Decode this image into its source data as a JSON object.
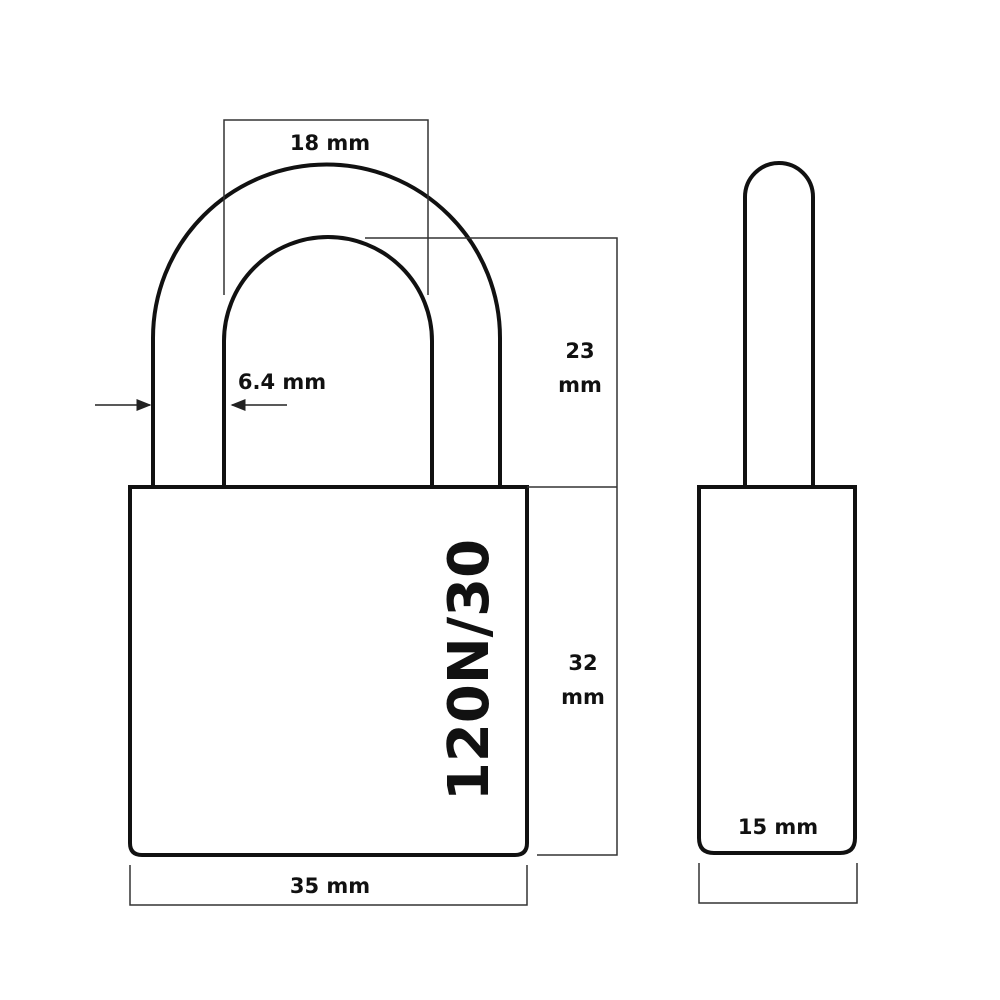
{
  "front_view": {
    "model_label": "120N/30",
    "shackle_clearance": "18 mm",
    "shackle_thickness": "6.4 mm",
    "shackle_height_value": "23",
    "shackle_height_unit": "mm",
    "body_height_value": "32",
    "body_height_unit": "mm",
    "body_width": "35 mm"
  },
  "side_view": {
    "body_depth": "15 mm"
  }
}
